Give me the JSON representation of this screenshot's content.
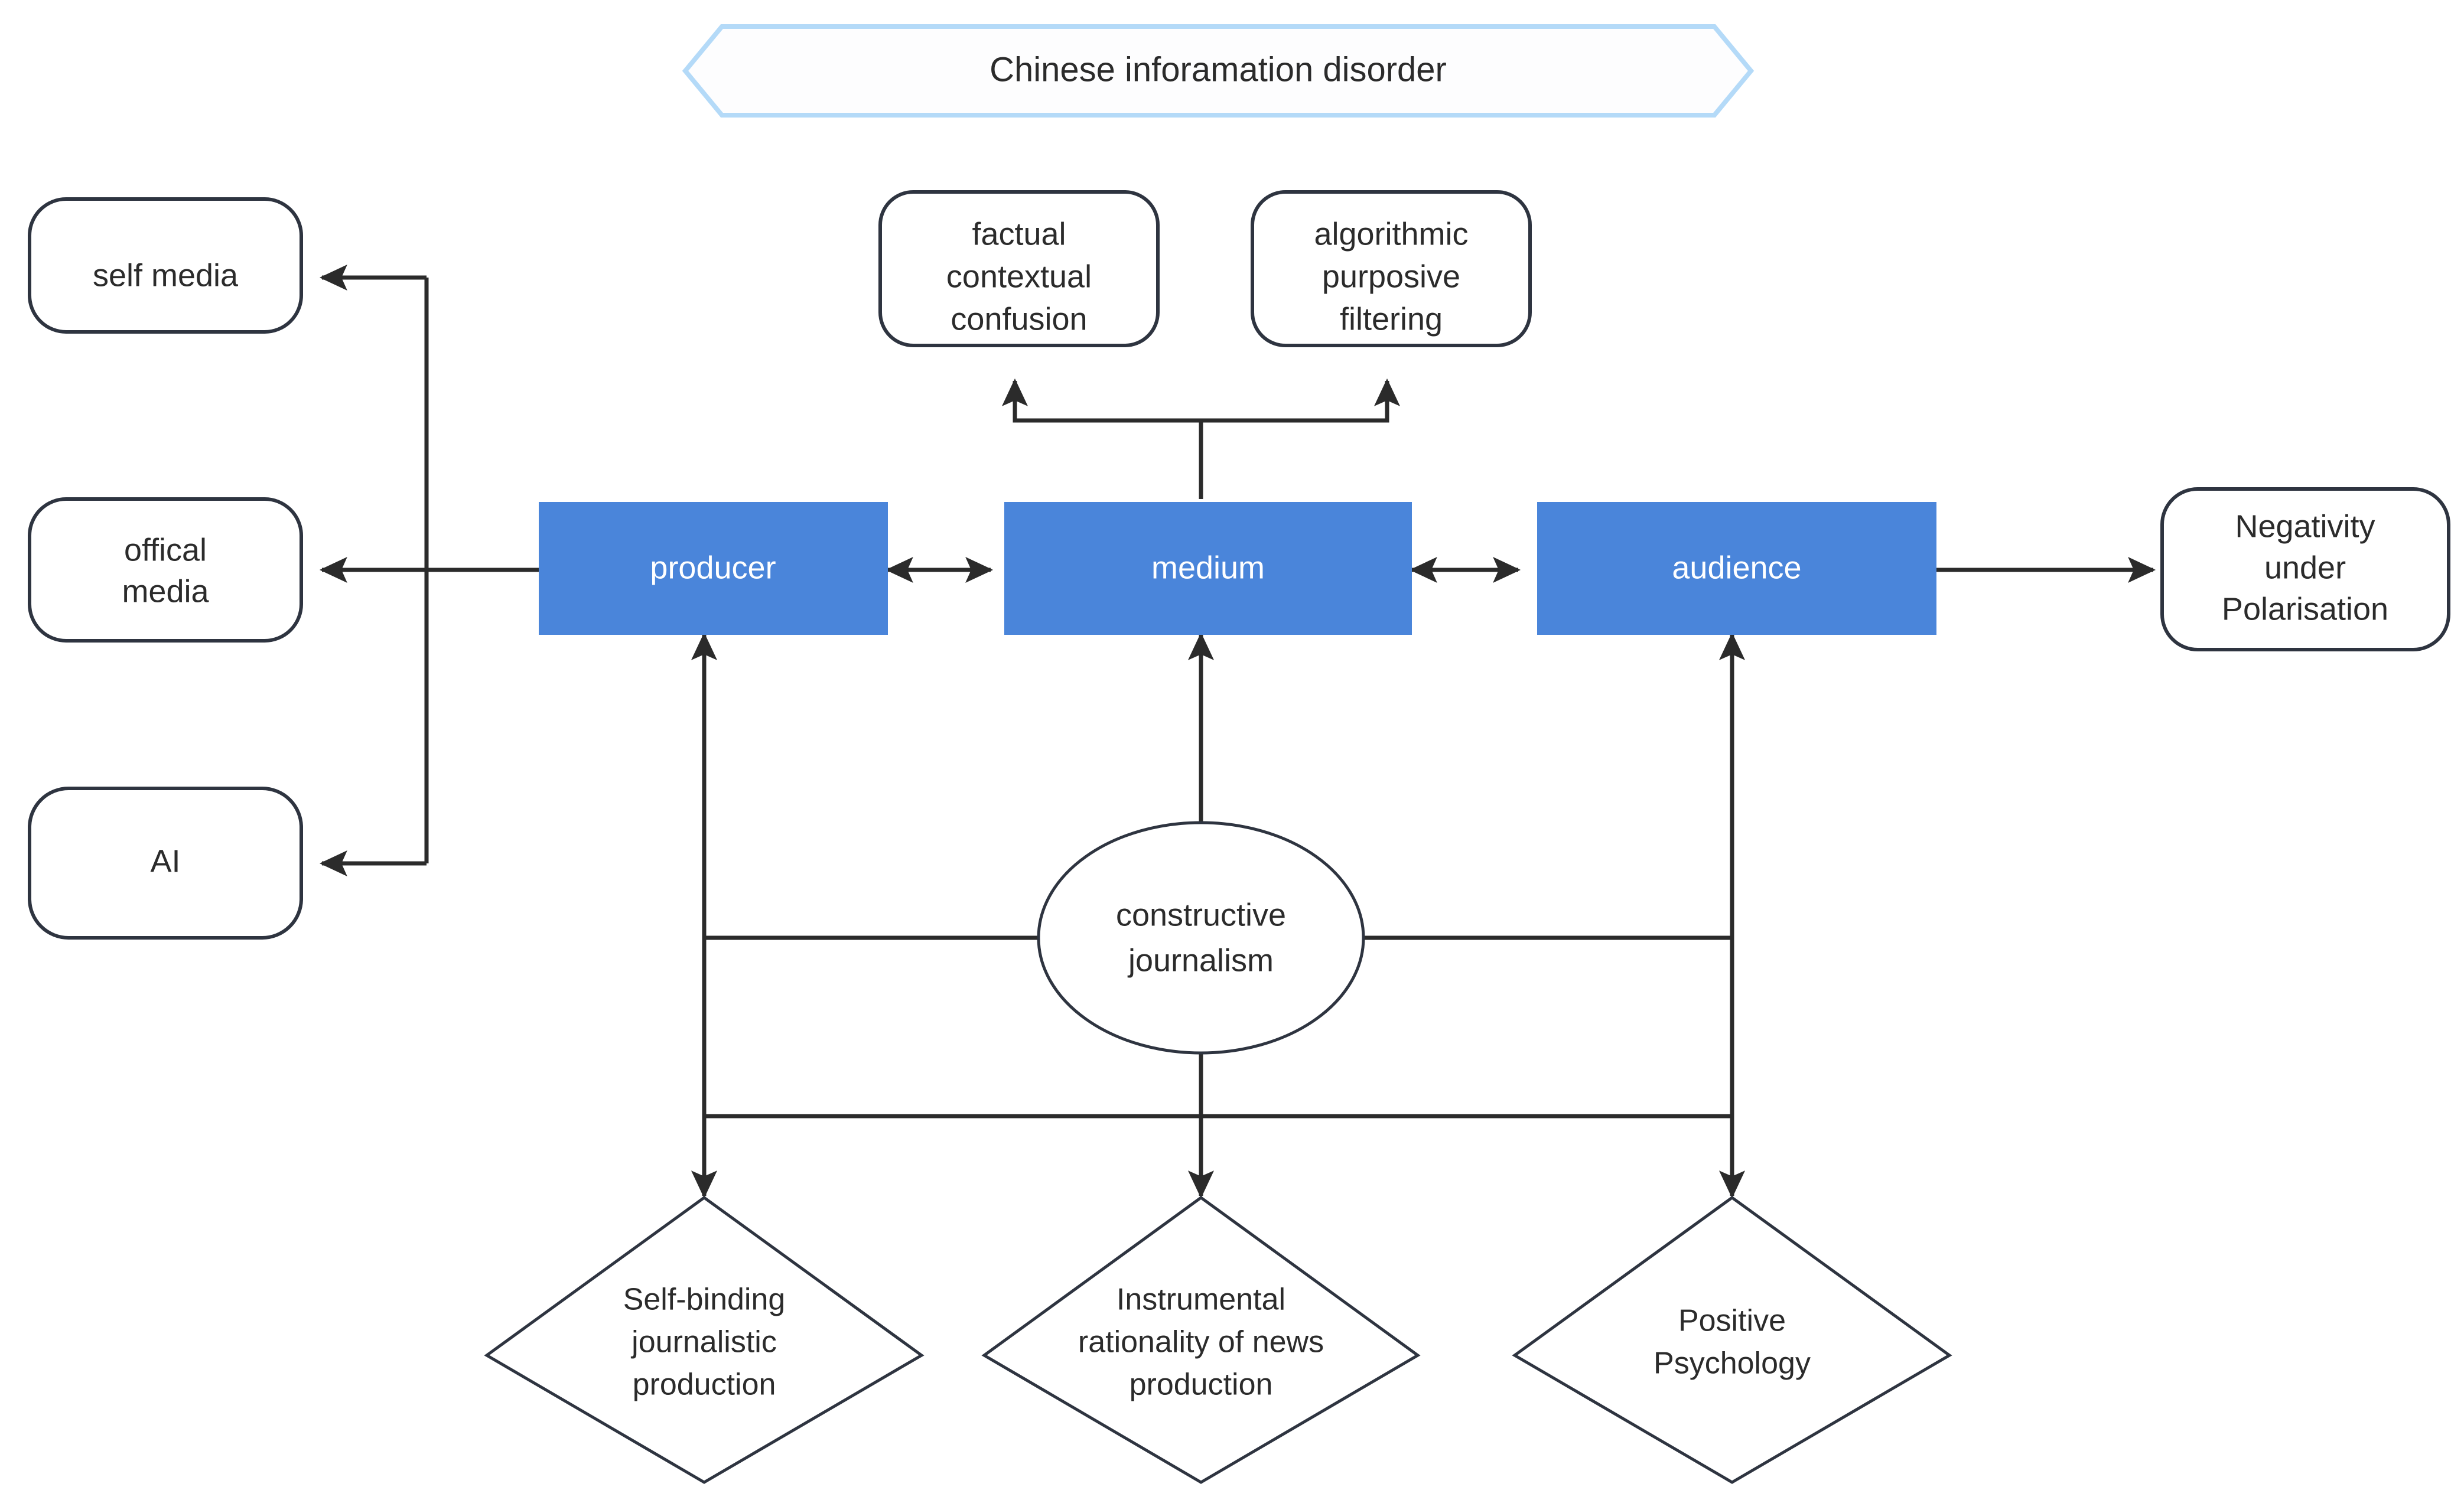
{
  "diagram": {
    "title": "Chinese inforamation disorder",
    "colors": {
      "process_fill": "#4a85da",
      "process_text": "#ffffff",
      "node_stroke": "#2e3440",
      "edge_stroke": "#2b2b2b",
      "title_stroke": "#b4daf8",
      "background": "#ffffff"
    },
    "nodes": {
      "title_banner": {
        "label": "Chinese inforamation disorder",
        "shape": "hexagon"
      },
      "self_media": {
        "label": "self media",
        "shape": "rounded-rect"
      },
      "offical_media": {
        "line1": "offical",
        "line2": "media",
        "shape": "rounded-rect"
      },
      "ai": {
        "label": "AI",
        "shape": "rounded-rect"
      },
      "factual_contextual_confusion": {
        "line1": "factual",
        "line2": "contextual",
        "line3": "confusion",
        "shape": "rounded-rect"
      },
      "algorithmic_purposive_filtering": {
        "line1": "algorithmic",
        "line2": "purposive",
        "line3": "filtering",
        "shape": "rounded-rect"
      },
      "producer": {
        "label": "producer",
        "shape": "process"
      },
      "medium": {
        "label": "medium",
        "shape": "process"
      },
      "audience": {
        "label": "audience",
        "shape": "process"
      },
      "negativity_under_polarisation": {
        "line1": "Negativity",
        "line2": "under",
        "line3": "Polarisation",
        "shape": "rounded-rect"
      },
      "constructive_journalism": {
        "line1": "constructive",
        "line2": "journalism",
        "shape": "ellipse"
      },
      "self_binding_journalistic_production": {
        "line1": "Self-binding",
        "line2": "journalistic",
        "line3": "production",
        "shape": "diamond"
      },
      "instrumental_rationality_of_news_production": {
        "line1": "Instrumental",
        "line2": "rationality of news",
        "line3": "production",
        "shape": "diamond"
      },
      "positive_psychology": {
        "line1": "Positive",
        "line2": "Psychology",
        "shape": "diamond"
      }
    },
    "edges": [
      {
        "from": "producer",
        "to": "offical_media",
        "arrow": "single"
      },
      {
        "from": "producer",
        "to": "self_media",
        "arrow": "single"
      },
      {
        "from": "producer",
        "to": "ai",
        "arrow": "single"
      },
      {
        "from": "producer",
        "to": "medium",
        "arrow": "double"
      },
      {
        "from": "medium",
        "to": "audience",
        "arrow": "double"
      },
      {
        "from": "audience",
        "to": "negativity_under_polarisation",
        "arrow": "single"
      },
      {
        "from": "medium",
        "to": "factual_contextual_confusion",
        "arrow": "single"
      },
      {
        "from": "medium",
        "to": "algorithmic_purposive_filtering",
        "arrow": "single"
      },
      {
        "from": "constructive_journalism",
        "to": "producer",
        "arrow": "single"
      },
      {
        "from": "constructive_journalism",
        "to": "medium",
        "arrow": "single"
      },
      {
        "from": "constructive_journalism",
        "to": "audience",
        "arrow": "single"
      },
      {
        "from": "constructive_journalism",
        "to": "self_binding_journalistic_production",
        "arrow": "single"
      },
      {
        "from": "constructive_journalism",
        "to": "instrumental_rationality_of_news_production",
        "arrow": "single"
      },
      {
        "from": "constructive_journalism",
        "to": "positive_psychology",
        "arrow": "single"
      }
    ]
  }
}
